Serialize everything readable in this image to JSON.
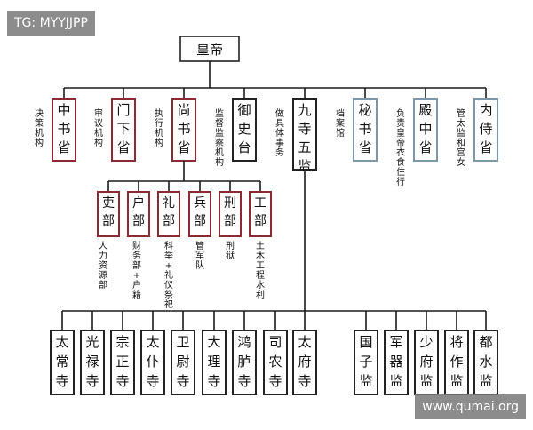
{
  "watermark_top": "TG: MYYJJPP",
  "watermark_bottom": "www.qumai.org",
  "colors": {
    "red": "#8b2a35",
    "blue": "#7d97a8",
    "dark": "#222222",
    "line": "#1a1a1a"
  },
  "root": "皇帝",
  "level1": [
    {
      "name": "中书省",
      "note": "决策机构",
      "style": "red"
    },
    {
      "name": "门下省",
      "note": "审议机构",
      "style": "red"
    },
    {
      "name": "尚书省",
      "note": "执行机构",
      "style": "red"
    },
    {
      "name": "御史台",
      "note": "监督监察机构",
      "style": "dark"
    },
    {
      "name": "九寺五监",
      "note": "做具体事务",
      "style": "dark"
    },
    {
      "name": "秘书省",
      "note": "档案馆",
      "style": "blue"
    },
    {
      "name": "殿中省",
      "note": "负责皇帝衣食住行",
      "style": "blue"
    },
    {
      "name": "内侍省",
      "note": "管太监和宫女",
      "style": "blue"
    }
  ],
  "six_ministries": [
    {
      "name": "吏部",
      "note": "人力资源部"
    },
    {
      "name": "户部",
      "note": "财务部+户籍"
    },
    {
      "name": "礼部",
      "note": "科举+礼仪祭祀"
    },
    {
      "name": "兵部",
      "note": "管军队"
    },
    {
      "name": "刑部",
      "note": "刑狱"
    },
    {
      "name": "工部",
      "note": "土木工程水利"
    }
  ],
  "nine_courts": [
    "太常寺",
    "光禄寺",
    "宗正寺",
    "太仆寺",
    "卫尉寺",
    "大理寺",
    "鸿胪寺",
    "司农寺",
    "太府寺"
  ],
  "five_directorates": [
    "国子监",
    "军器监",
    "少府监",
    "将作监",
    "都水监"
  ]
}
